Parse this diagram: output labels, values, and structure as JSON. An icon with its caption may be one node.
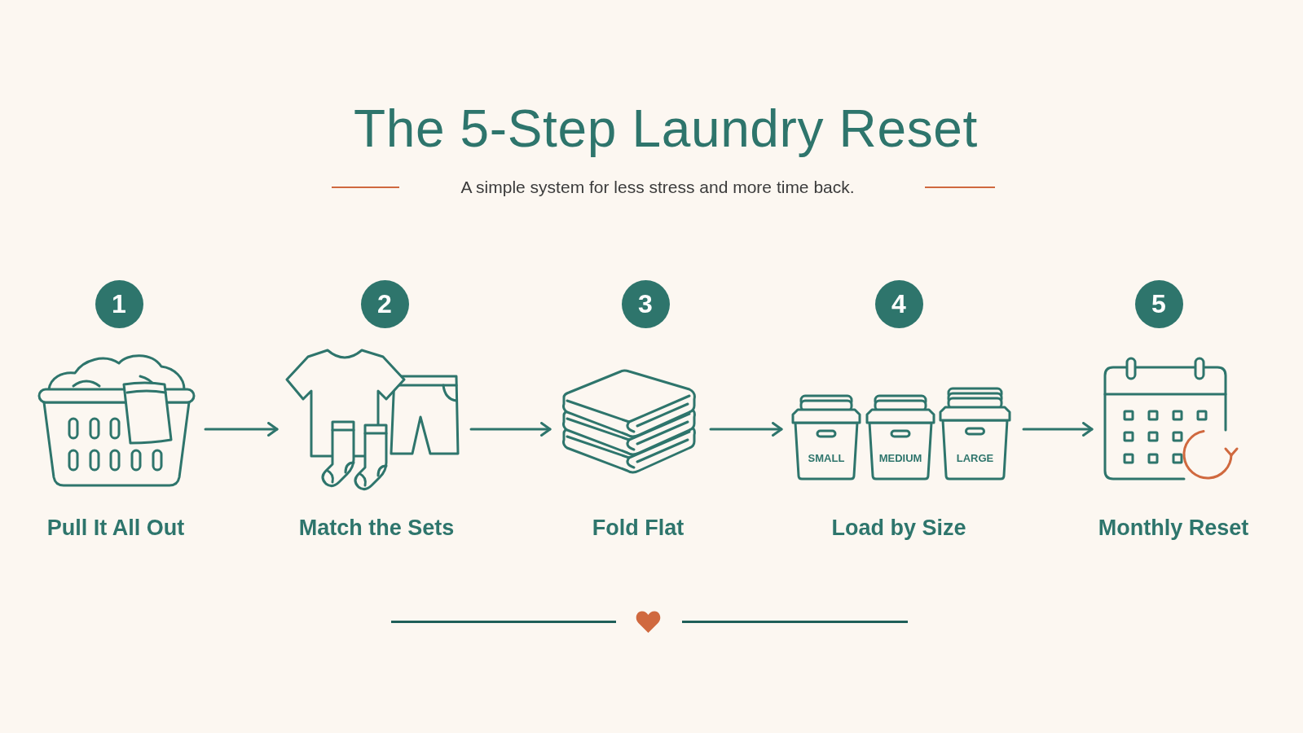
{
  "diagram": {
    "title": "The 5-Step Laundry Reset",
    "nodes": [
      {
        "text": [
          "1"
        ]
      },
      {
        "text": [],
        "shape": "picture",
        "beside": [
          "Pull It All Out"
        ]
      },
      {
        "text": [
          "2"
        ]
      },
      {
        "text": [],
        "shape": "picture",
        "beside": [
          "Match the Sets"
        ]
      },
      {
        "text": [
          "3"
        ]
      },
      {
        "text": [],
        "shape": "picture",
        "beside": [
          "Fold Flat"
        ]
      },
      {
        "text": [
          "4"
        ]
      },
      {
        "text": [],
        "shape": "picture",
        "beside": [
          "Load by Size"
        ]
      },
      {
        "text": [
          "SMALL"
        ],
        "in": 7
      },
      {
        "text": [
          "MEDIUM"
        ],
        "in": 7
      },
      {
        "text": [
          "LARGE"
        ],
        "in": 7
      },
      {
        "text": [
          "5"
        ]
      },
      {
        "text": [],
        "shape": "picture",
        "beside": [
          "Monthly Reset"
        ]
      }
    ],
    "edges": [
      {
        "from": 1,
        "to": 3,
        "arrow": "to"
      },
      {
        "from": 3,
        "to": 5,
        "arrow": "to"
      },
      {
        "from": 5,
        "to": 7,
        "arrow": "to"
      },
      {
        "from": 7,
        "to": 12,
        "arrow": "to"
      }
    ],
    "labels": [
      "A simple system for less stress and more time back."
    ]
  }
}
